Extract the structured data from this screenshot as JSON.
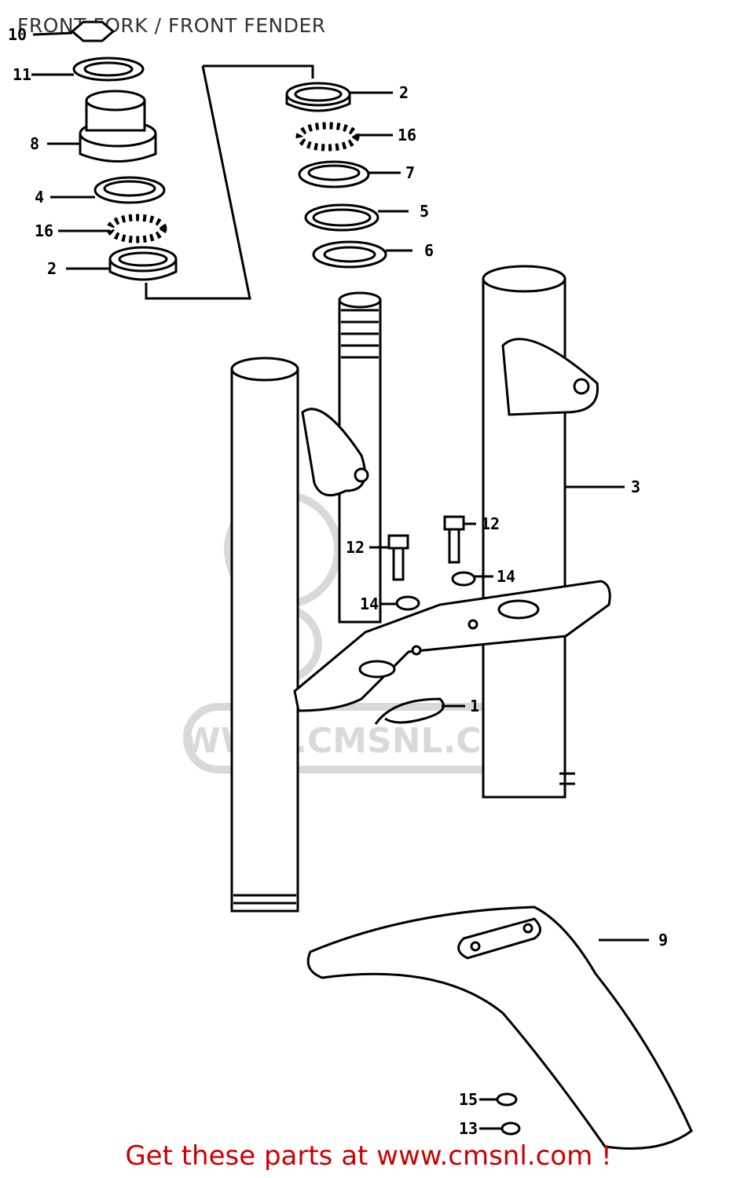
{
  "header": {
    "title": "FRONT FORK / FRONT FENDER"
  },
  "footer": {
    "text": "Get these parts at www.cmsnl.com !"
  },
  "watermark": {
    "text": "WWW.CMSNL.COM",
    "color": "#d9d9d9"
  },
  "callouts": [
    {
      "id": "c10",
      "label": "10"
    },
    {
      "id": "c11",
      "label": "11"
    },
    {
      "id": "c8",
      "label": "8"
    },
    {
      "id": "c4",
      "label": "4"
    },
    {
      "id": "c16a",
      "label": "16"
    },
    {
      "id": "c2a",
      "label": "2"
    },
    {
      "id": "c2b",
      "label": "2"
    },
    {
      "id": "c16b",
      "label": "16"
    },
    {
      "id": "c7",
      "label": "7"
    },
    {
      "id": "c5",
      "label": "5"
    },
    {
      "id": "c6",
      "label": "6"
    },
    {
      "id": "c3",
      "label": "3"
    },
    {
      "id": "c12a",
      "label": "12"
    },
    {
      "id": "c12b",
      "label": "12"
    },
    {
      "id": "c14a",
      "label": "14"
    },
    {
      "id": "c14b",
      "label": "14"
    },
    {
      "id": "c1",
      "label": "1"
    },
    {
      "id": "c9",
      "label": "9"
    },
    {
      "id": "c15",
      "label": "15"
    },
    {
      "id": "c13",
      "label": "13"
    }
  ],
  "colors": {
    "footer_text": "#cc0000",
    "line_art": "#000000"
  }
}
